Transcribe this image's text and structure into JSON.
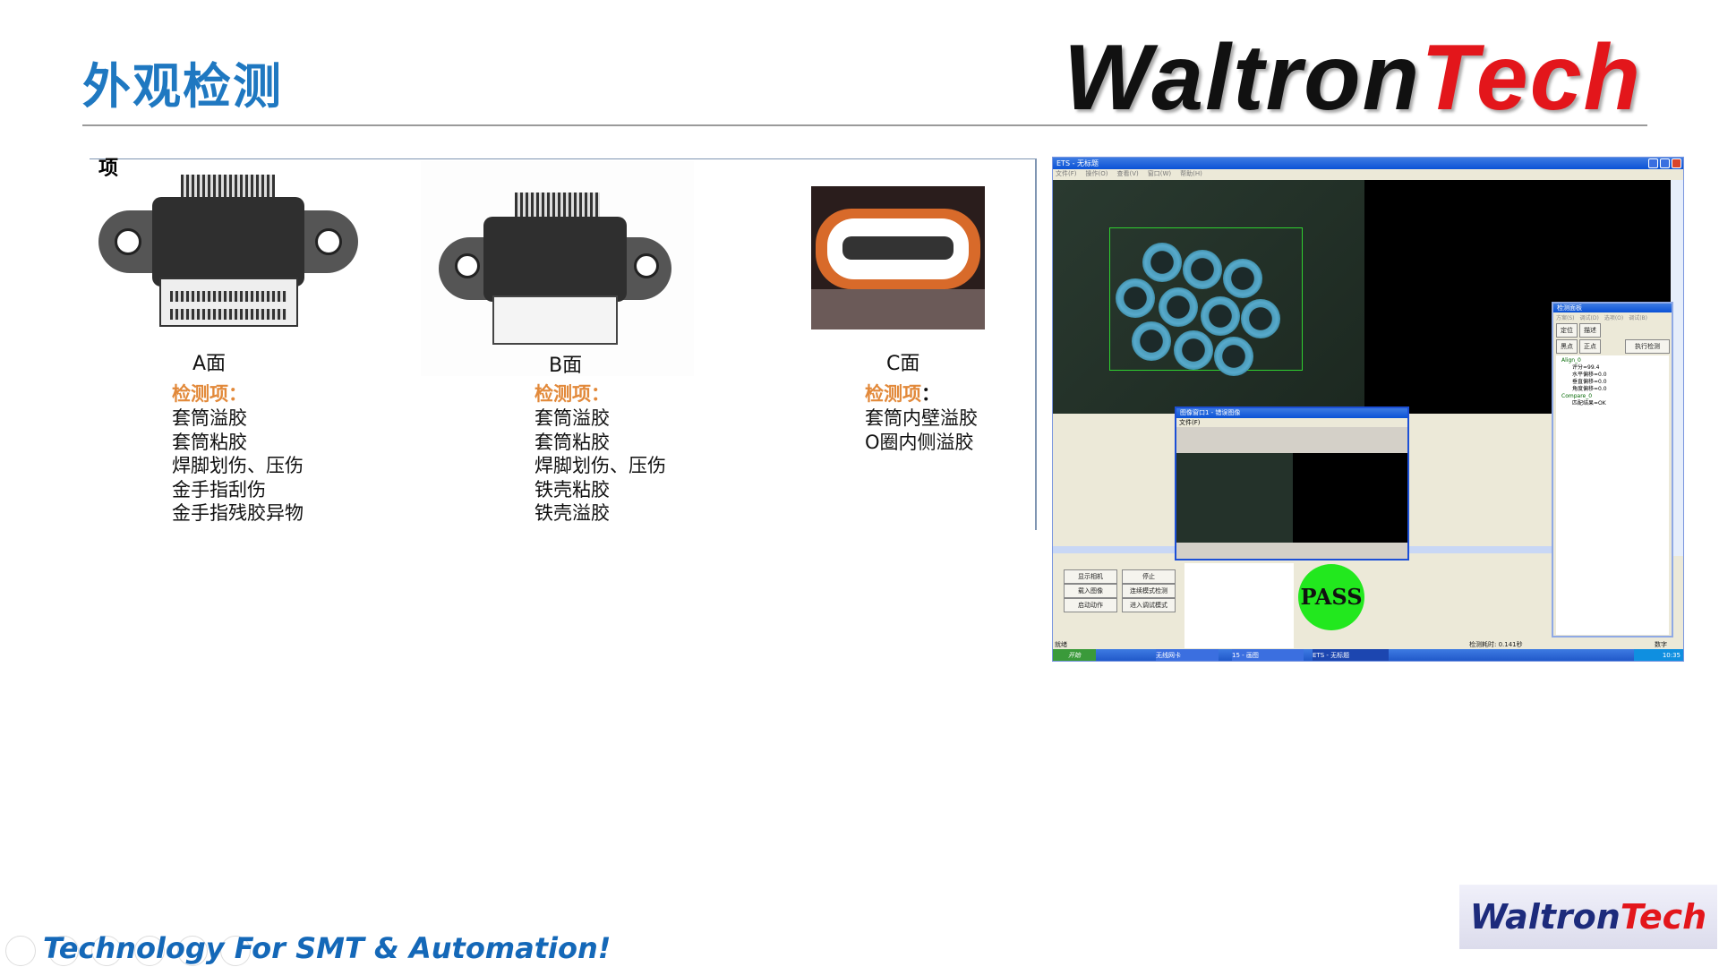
{
  "header": {
    "title": "外观检测",
    "logo_left": "Waltron",
    "logo_right": "Tech"
  },
  "panel": {
    "corner_text": "项",
    "faces": [
      {
        "label": "A面",
        "heading": "检测项",
        "colon": "：",
        "items": [
          "套筒溢胶",
          "套筒粘胶",
          "焊脚划伤、压伤",
          "金手指刮伤",
          "金手指残胶异物"
        ]
      },
      {
        "label": "B面",
        "heading": "检测项",
        "colon": "：",
        "items": [
          "套筒溢胶",
          "套筒粘胶",
          "焊脚划伤、压伤",
          "铁壳粘胶",
          "铁壳溢胶"
        ]
      },
      {
        "label": "C面",
        "heading": "检测项",
        "colon": "：",
        "items": [
          "套筒内壁溢胶",
          "O圈内侧溢胶"
        ]
      }
    ]
  },
  "screenshot": {
    "window_title": "ETS - 无标题",
    "menu": [
      "文件(F)",
      "操作(O)",
      "查看(V)",
      "窗口(W)",
      "帮助(H)"
    ],
    "popup_title": "图像窗口1 - 错误图像",
    "popup_menu": "文件(F)",
    "tool_panel_title": "检测面板",
    "tool_panel_menu": [
      "方案(S)",
      "调试(D)",
      "选项(O)",
      "调试(B)"
    ],
    "tool_buttons": [
      "定位",
      "描述",
      "黑点",
      "正点",
      "执行检测"
    ],
    "tree": [
      "Align_0",
      "评分=99.4",
      "水平偏移=0.0",
      "垂直偏移=0.0",
      "角度偏移=0.0",
      "Compare_0",
      "匹配结果=OK"
    ],
    "buttons": [
      "显示相机",
      "停止",
      "载入图像",
      "连续模式检测",
      "启动动作",
      "进入调试模式"
    ],
    "result": "PASS",
    "status_left": "就绪",
    "status_time": "检测耗时: 0.141秒",
    "status_right": "数字",
    "taskbar_start": "开始",
    "taskbar_items": [
      "无线网卡",
      "15 - 画图",
      "ETS - 无标题"
    ],
    "clock": "10:35"
  },
  "footer": {
    "tagline": "Technology For SMT & Automation!",
    "logo_left": "Waltron",
    "logo_right": "Tech"
  }
}
